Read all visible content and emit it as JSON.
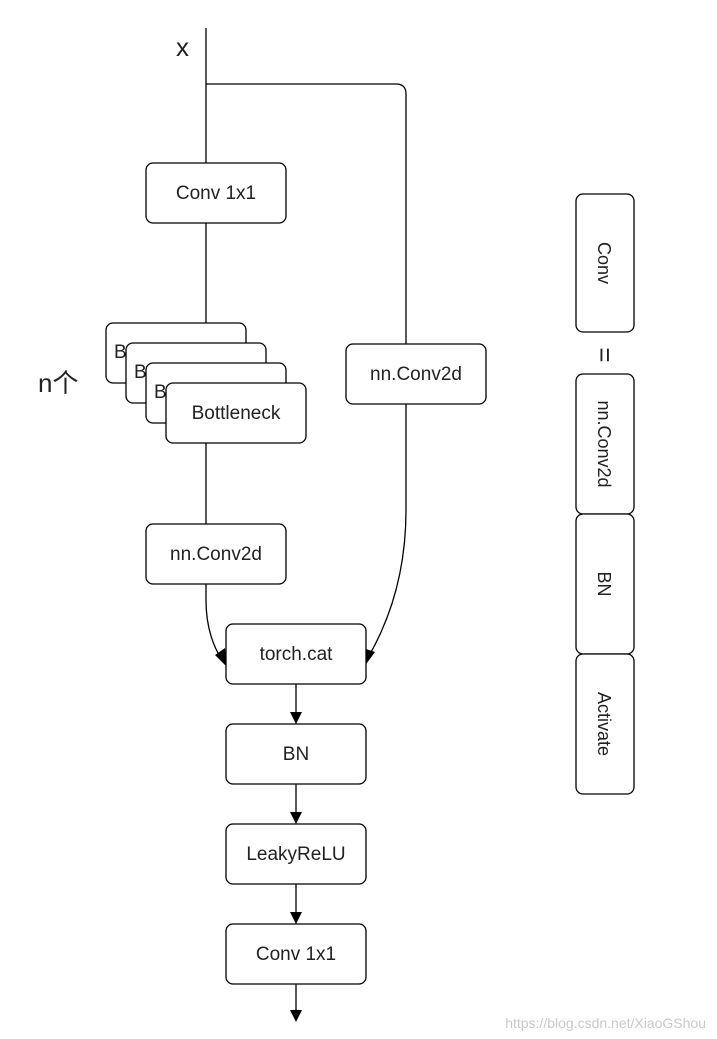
{
  "input": {
    "label": "x"
  },
  "repeat": {
    "label": "n个"
  },
  "main_branch": {
    "conv1": "Conv 1x1",
    "bottleneck": "Bottleneck",
    "bottleneck_hidden": "B",
    "conv2d": "nn.Conv2d"
  },
  "side_branch": {
    "conv2d": "nn.Conv2d"
  },
  "merge": {
    "cat": "torch.cat",
    "bn": "BN",
    "act": "LeakyReLU",
    "conv_out": "Conv 1x1"
  },
  "legend": {
    "conv": "Conv",
    "equals": "=",
    "parts": [
      "nn.Conv2d",
      "BN",
      "Activate"
    ]
  },
  "watermark": "https://blog.csdn.net/XiaoGShou"
}
